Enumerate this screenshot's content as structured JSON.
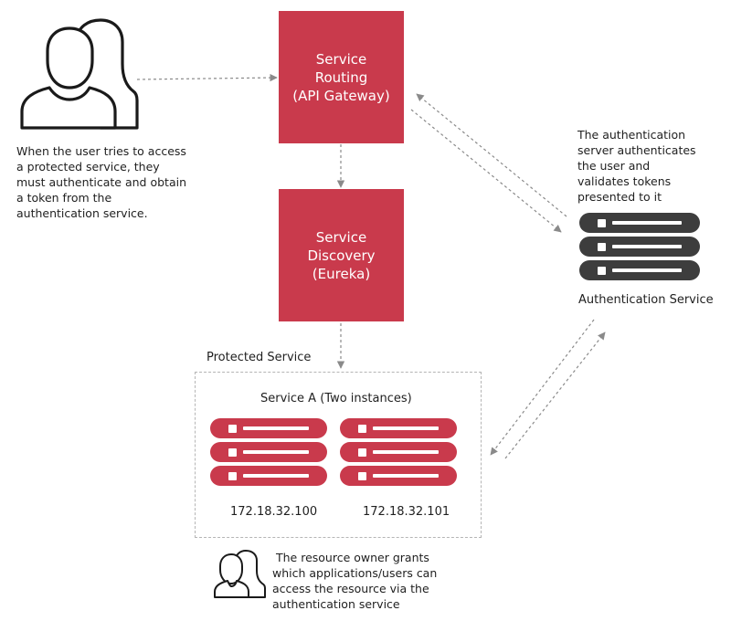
{
  "gateway": {
    "lines": [
      "Service",
      "Routing",
      "(API Gateway)"
    ]
  },
  "discovery": {
    "lines": [
      "Service",
      "Discovery",
      "(Eureka)"
    ]
  },
  "user_caption": [
    "When the user tries to access",
    "a protected service, they",
    "must authenticate and obtain",
    "a token from the",
    "authentication service."
  ],
  "auth_caption": [
    "The authentication",
    "server authenticates",
    "the user and",
    "validates tokens",
    "presented to it"
  ],
  "auth_label": "Authentication Service",
  "protected_label": "Protected Service",
  "service_a_label": "Service A (Two instances)",
  "instances": [
    "172.18.32.100",
    "172.18.32.101"
  ],
  "owner_caption": [
    "The resource owner grants",
    "which applications/users can",
    "access the resource via the",
    "authentication service"
  ],
  "icons": {
    "user_group": "user-group-icon",
    "owner_group": "resource-owner-icon",
    "server": "server-icon"
  },
  "colors": {
    "accent_red": "#c93a4c",
    "server_dark": "#3d3d3d",
    "arrow_gray": "#8a8a8a"
  }
}
